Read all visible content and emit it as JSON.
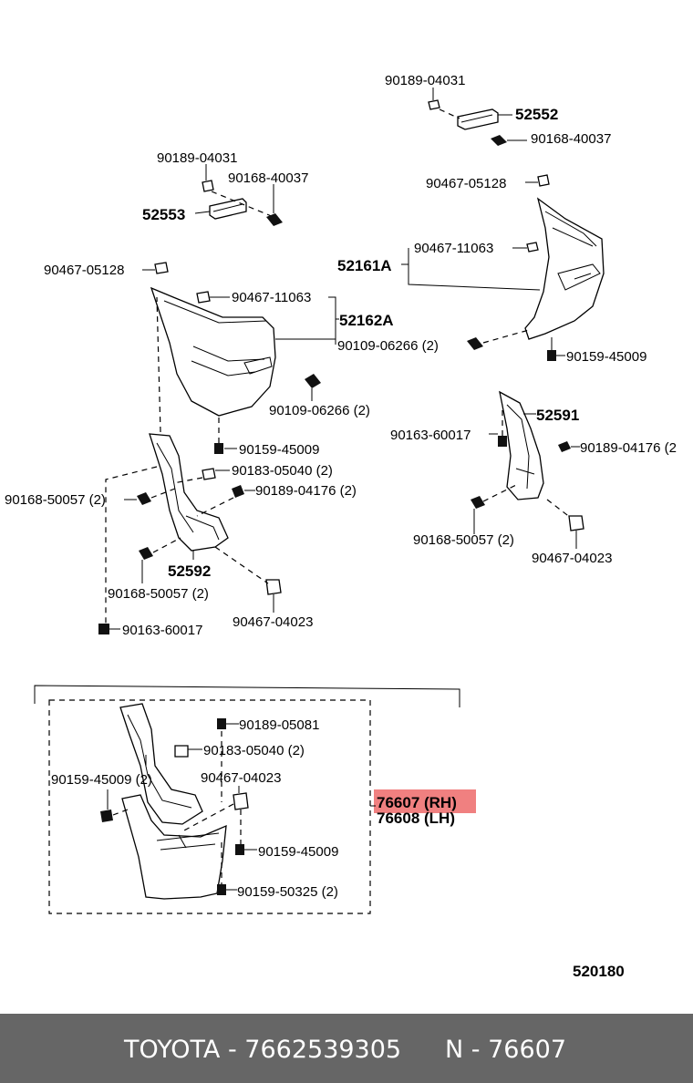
{
  "labels": {
    "l01": "90189-04031",
    "l02": "52552",
    "l03": "90168-40037",
    "l04": "90467-05128",
    "l05": "90189-04031",
    "l06": "90168-40037",
    "l07": "52553",
    "l08": "90467-11063",
    "l09": "52161A",
    "l10": "90467-05128",
    "l11": "90467-11063",
    "l12": "52162A",
    "l13": "90109-06266 (2)",
    "l14": "90159-45009",
    "l15": "90109-06266 (2)",
    "l16": "52591",
    "l17": "90163-60017",
    "l18": "90189-04176 (2",
    "l19": "90159-45009",
    "l20": "90183-05040 (2)",
    "l21": "90168-50057 (2)",
    "l22": "90189-04176 (2)",
    "l23": "90168-50057 (2)",
    "l24": "90467-04023",
    "l25": "52592",
    "l26": "90168-50057 (2)",
    "l27": "90163-60017",
    "l28": "90467-04023",
    "l29": "90189-05081",
    "l30": "90183-05040 (2)",
    "l31": "90159-45009 (2)",
    "l32": "90467-04023",
    "l33": "76607 (RH)",
    "l34": "76608 (LH)",
    "l35": "90159-45009",
    "l36": "90159-50325 (2)",
    "l37": "520180"
  },
  "highlight_color": "#f08080",
  "footer": {
    "brand": "TOYOTA - 7662539305",
    "part_number": "N - 76607"
  }
}
